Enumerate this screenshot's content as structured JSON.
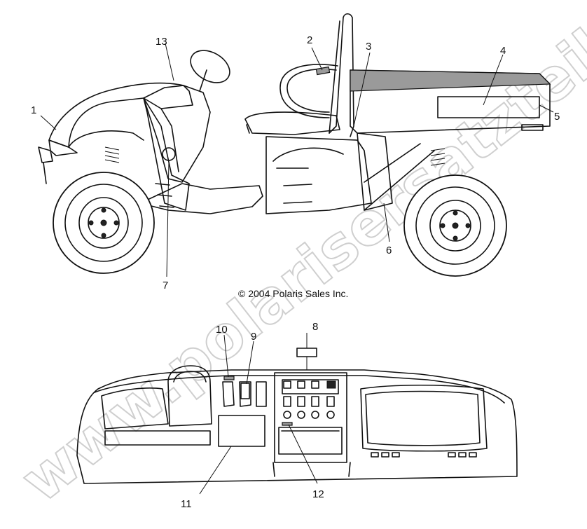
{
  "watermark": "www.polarisersatzteile.de",
  "copyright": "© 2004 Polaris Sales Inc.",
  "callouts": [
    {
      "id": "1",
      "label": "1"
    },
    {
      "id": "2",
      "label": "2"
    },
    {
      "id": "3",
      "label": "3"
    },
    {
      "id": "4",
      "label": "4"
    },
    {
      "id": "5",
      "label": "5"
    },
    {
      "id": "6",
      "label": "6"
    },
    {
      "id": "7",
      "label": "7"
    },
    {
      "id": "8",
      "label": "8"
    },
    {
      "id": "9",
      "label": "9"
    },
    {
      "id": "10",
      "label": "10"
    },
    {
      "id": "11",
      "label": "11"
    },
    {
      "id": "12",
      "label": "12"
    },
    {
      "id": "13",
      "label": "13"
    }
  ]
}
